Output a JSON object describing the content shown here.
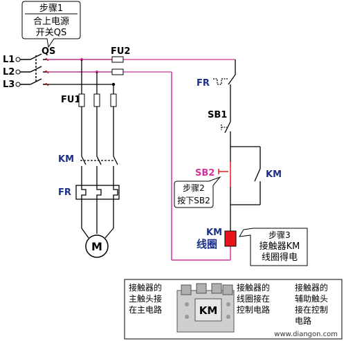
{
  "callouts": {
    "step1": {
      "title": "步骤1",
      "line1": "合上电源",
      "line2": "开关QS"
    },
    "step2": {
      "title": "步骤2",
      "line1": "按下SB2"
    },
    "step3": {
      "title": "步骤3",
      "line1": "接触器KM",
      "line2": "线圈得电"
    }
  },
  "labels": {
    "L1": "L1",
    "L2": "L2",
    "L3": "L3",
    "QS": "QS",
    "FU2": "FU2",
    "FU1": "FU1",
    "KM_main": "KM",
    "FR_main": "FR",
    "M": "M",
    "FR_ctrl": "FR",
    "SB1": "SB1",
    "SB2": "SB2",
    "KM_aux": "KM",
    "KM_coil": "KM",
    "coil_text": "线圈"
  },
  "info_box": {
    "main_contacts": [
      "接触器的",
      "主触头接",
      "在主电路"
    ],
    "coil": [
      "接触器的",
      "线圈接在",
      "控制电路"
    ],
    "aux_contacts": [
      "接触器的",
      "辅助触头",
      "接在控制",
      "电路"
    ],
    "device_label": "KM",
    "watermark": "www.diangon.com"
  },
  "colors": {
    "wire": "#000000",
    "control_wire": "#d6339e",
    "coil_fill": "#e8141b",
    "label_blue": "#1a2f8a",
    "callout_border": "#000000"
  }
}
